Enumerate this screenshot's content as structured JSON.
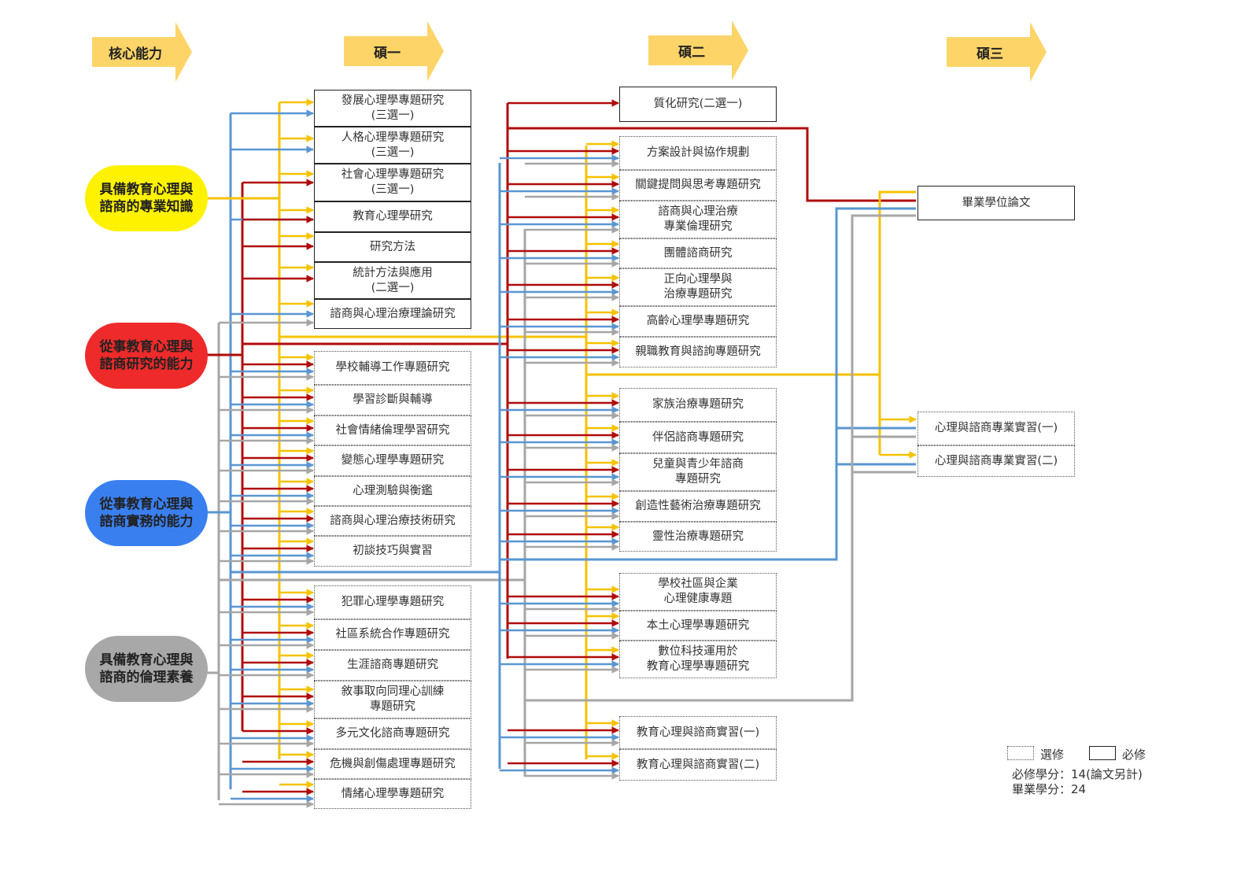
{
  "headers": {
    "core": "核心能力",
    "year1": "碩一",
    "year2": "碩二",
    "year3": "碩三"
  },
  "competencies": [
    {
      "label": "具備教育心理與\n諮商的專業知識",
      "color": "#fff200",
      "text_color": "#222222"
    },
    {
      "label": "從事教育心理與\n諮商研究的能力",
      "color": "#ee2a2a",
      "text_color": "#222222"
    },
    {
      "label": "從事教育心理與\n諮商實務的能力",
      "color": "#3a7ff0",
      "text_color": "#222222"
    },
    {
      "label": "具備教育心理與\n諮商的倫理素養",
      "color": "#a8a8a8",
      "text_color": "#222222"
    }
  ],
  "year1": {
    "required": [
      "發展心理學專題研究\n(三選一)",
      "人格心理學專題研究\n(三選一)",
      "社會心理學專題研究\n(三選一)",
      "教育心理學研究",
      "研究方法",
      "統計方法與應用\n(二選一)",
      "諮商與心理治療理論研究"
    ],
    "elective_a": [
      "學校輔導工作專題研究",
      "學習診斷與輔導",
      "社會情緒倫理學習研究",
      "變態心理學專題研究",
      "心理測驗與衡鑑",
      "諮商與心理治療技術研究",
      "初談技巧與實習"
    ],
    "elective_b": [
      "犯罪心理學專題研究",
      "社區系統合作專題研究",
      "生涯諮商專題研究",
      "敘事取向同理心訓練\n專題研究",
      "多元文化諮商專題研究",
      "危機與創傷處理專題研究",
      "情緒心理學專題研究"
    ]
  },
  "year2": {
    "required": [
      "質化研究(二選一)"
    ],
    "elective_a": [
      "方案設計與協作規劃",
      "關鍵提問與思考專題研究",
      "諮商與心理治療\n專業倫理研究",
      "團體諮商研究",
      "正向心理學與\n治療專題研究",
      "高齡心理學專題研究",
      "親職教育與諮詢專題研究"
    ],
    "elective_b": [
      "家族治療專題研究",
      "伴侶諮商專題研究",
      "兒童與青少年諮商\n專題研究",
      "創造性藝術治療專題研究",
      "靈性治療專題研究"
    ],
    "elective_c": [
      "學校社區與企業\n心理健康專題",
      "本土心理學專題研究",
      "數位科技運用於\n教育心理學專題研究"
    ],
    "elective_d": [
      "教育心理與諮商實習(一)",
      "教育心理與諮商實習(二)"
    ]
  },
  "year3": {
    "required": [
      "畢業學位論文"
    ],
    "elective": [
      "心理與諮商專業實習(一)",
      "心理與諮商專業實習(二)"
    ]
  },
  "legend": {
    "elective": "選修",
    "required": "必修"
  },
  "summary": {
    "required_credits": "必修學分：14(論文另計)",
    "graduation_credits": "畢業學分：24"
  },
  "colors": {
    "arrow_fill": "#fdd468",
    "knowledge": "#f5c200",
    "research": "#b00c0c",
    "practice": "#5a96d2",
    "ethics": "#a6a6a6"
  }
}
